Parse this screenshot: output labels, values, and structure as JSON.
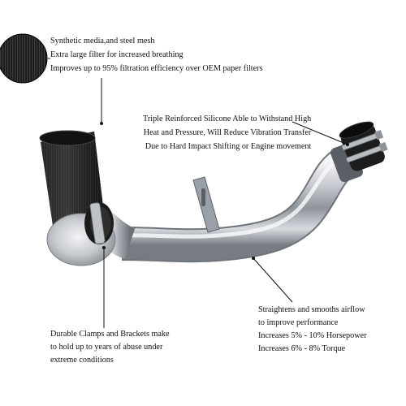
{
  "callouts": {
    "filter_media": {
      "lines": [
        "Synthetic media,and steel mesh",
        "Extra large filter for increased breathing",
        "Improves up to 95% filtration efficiency over OEM paper filters"
      ]
    },
    "silicone": {
      "lines": [
        "Triple Reinforced Silicone Able to Withstand High",
        "Heat and Pressure, Will Reduce Vibration Transfer",
        "Due to Hard Impact Shifting or Engine movement"
      ]
    },
    "airflow": {
      "lines": [
        "Straightens and smooths airflow",
        "to improve performance",
        "Increases 5% - 10% Horsepower",
        "Increases 6% - 8%  Torque"
      ]
    },
    "clamps": {
      "lines": [
        "Durable Clamps and Brackets make",
        "to hold up to years of abuse under",
        "extreme conditions"
      ]
    }
  },
  "colors": {
    "filter_black": "#1a1a1a",
    "pipe_silver": "#c9ccd1",
    "leader_line": "#111111",
    "background": "#ffffff"
  }
}
